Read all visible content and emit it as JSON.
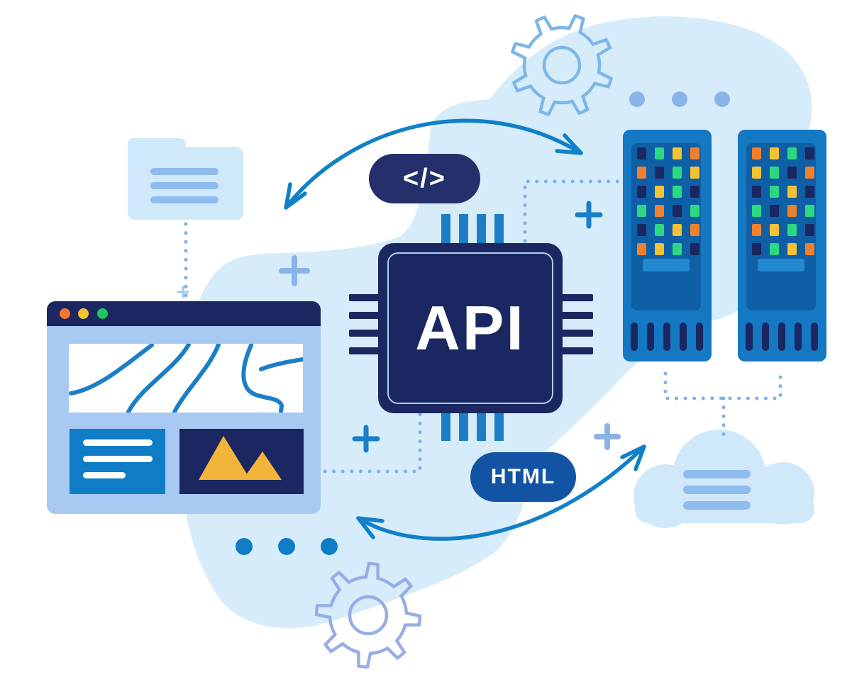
{
  "labels": {
    "chip": "API",
    "code_tag": "</>",
    "html_tag": "HTML"
  },
  "colors": {
    "background": "#ffffff",
    "white": "#ffffff",
    "blob": "#d6ecfa",
    "navy": "#1a2760",
    "blue": "#1b7ec6",
    "panel_blue": "#0e7dc6",
    "royal": "#1253a4",
    "code_pill_navy": "#242f6b",
    "browser_body": "#a7c9f2",
    "light_icon_fill": "#cfe9fb",
    "icon_line_blue": "#8fbbef",
    "periwinkle": "#8ab4e8",
    "sparkle_blue": "#a8cdf0",
    "server_body": "#1478c2",
    "server_panel": "#0e5fa5",
    "server_bar": "#2289d1",
    "led_navy": "#1a2760",
    "led_green": "#2dd882",
    "led_yellow": "#f5c232",
    "led_orange": "#f0802c",
    "mountain_yellow": "#f2b53a",
    "traffic_orange": "#f4762c",
    "traffic_yellow": "#f5c232",
    "traffic_green": "#21c55f",
    "arrow_blue": "#1080c8",
    "dotted_blue": "#7fb0e8",
    "gear_top_stroke": "#7db7e8",
    "gear_bottom_stroke": "#97aee4",
    "chip_inner_stroke": "#aacdf0"
  },
  "led_map": {
    "n": "led_navy",
    "g": "led_green",
    "y": "led_yellow",
    "o": "led_orange"
  },
  "servers": [
    {
      "grid": [
        [
          "n",
          "g",
          "y",
          "o"
        ],
        [
          "o",
          "n",
          "g",
          "y"
        ],
        [
          "n",
          "y",
          "g",
          "n"
        ],
        [
          "g",
          "o",
          "n",
          "g"
        ],
        [
          "n",
          "g",
          "y",
          "o"
        ],
        [
          "o",
          "y",
          "g",
          "n"
        ]
      ]
    },
    {
      "grid": [
        [
          "o",
          "y",
          "g",
          "n"
        ],
        [
          "y",
          "g",
          "n",
          "o"
        ],
        [
          "n",
          "g",
          "y",
          "n"
        ],
        [
          "g",
          "n",
          "o",
          "g"
        ],
        [
          "o",
          "y",
          "g",
          "n"
        ],
        [
          "n",
          "g",
          "y",
          "o"
        ]
      ]
    }
  ]
}
